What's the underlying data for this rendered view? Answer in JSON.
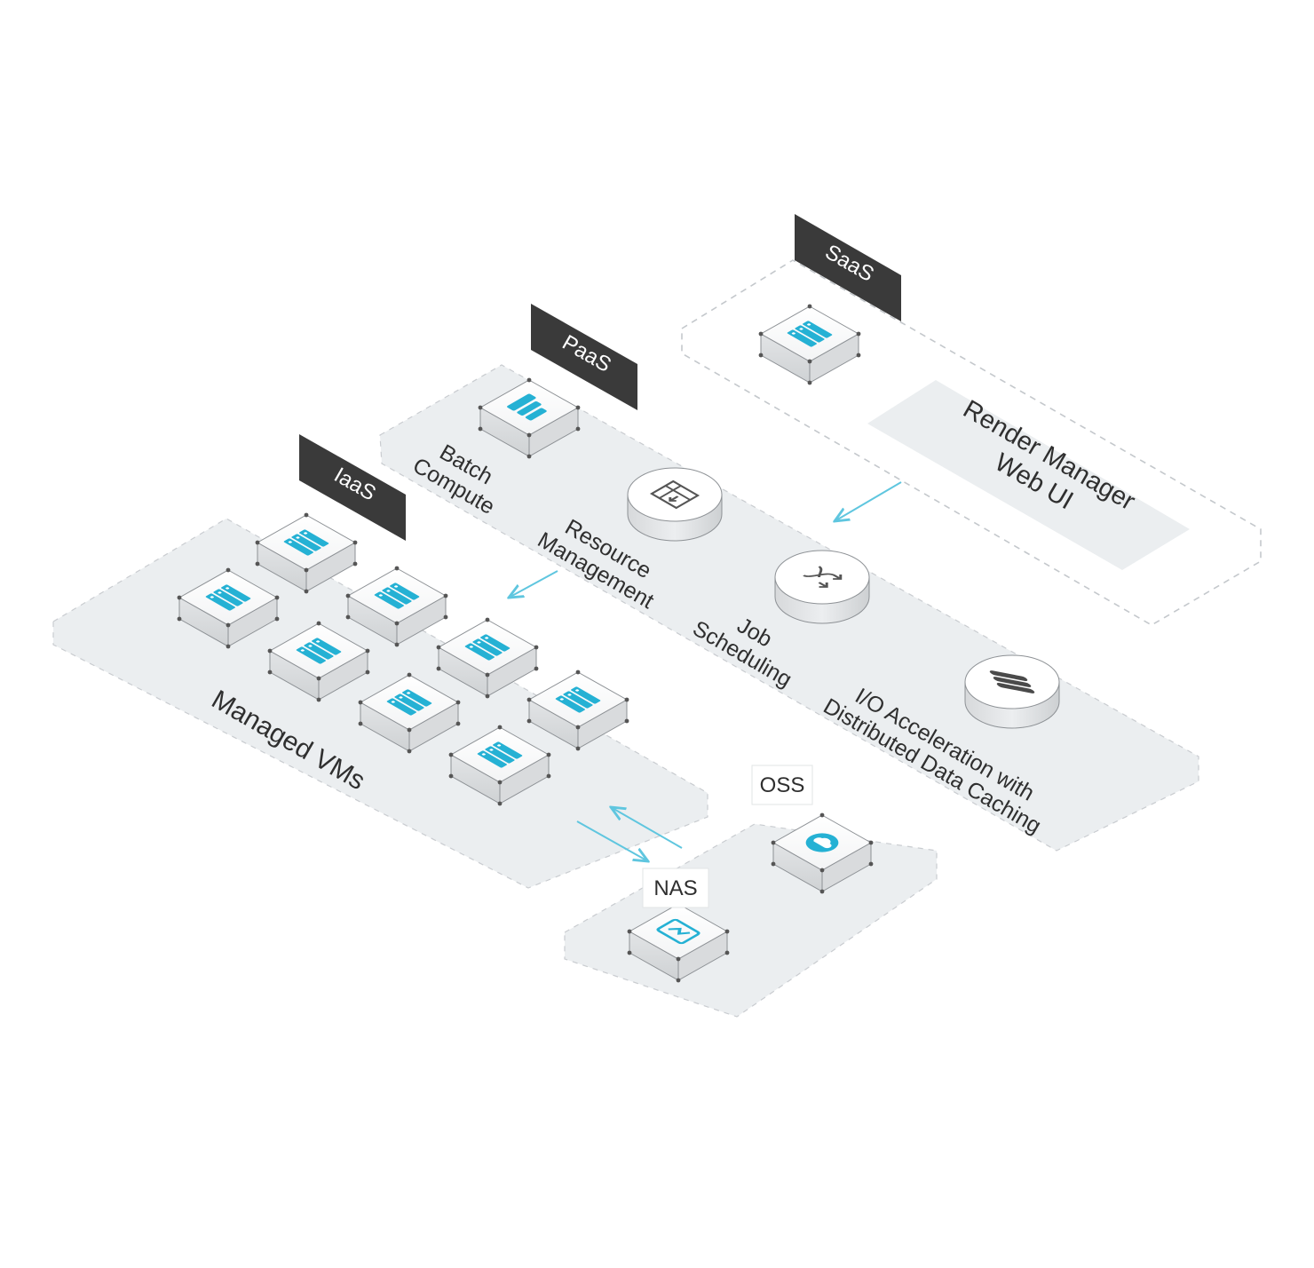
{
  "layers": {
    "saas": {
      "tab": "SaaS",
      "web_ui": [
        "Render Manager",
        "Web UI"
      ]
    },
    "paas": {
      "tab": "PaaS",
      "batch_compute": [
        "Batch",
        "Compute"
      ],
      "resource_management": [
        "Resource",
        "Management"
      ],
      "job_scheduling": [
        "Job",
        "Scheduling"
      ],
      "io_acceleration": [
        "I/O Acceleration with",
        "Distributed Data Caching"
      ]
    },
    "iaas": {
      "tab": "IaaS",
      "caption": "Managed VMs"
    },
    "storage": {
      "oss": "OSS",
      "nas": "NAS"
    }
  },
  "icons": {
    "server": "server-rack-icon",
    "batch": "batch-compute-icon",
    "resource": "resource-management-icon",
    "scheduling": "job-scheduling-icon",
    "cache": "data-cache-icon",
    "oss": "oss-cloud-icon",
    "nas": "nas-share-icon"
  },
  "colors": {
    "accent": "#25b1d4",
    "platform": "#ebeef0",
    "tab": "#3a3a3a",
    "arrow": "#5fc6df",
    "dashed_border": "#c4c8cc"
  }
}
